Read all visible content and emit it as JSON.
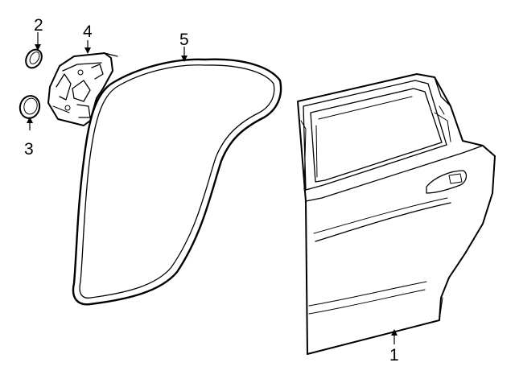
{
  "callouts": {
    "door_shell": "1",
    "plug": "2",
    "grommet": "3",
    "lock_module": "4",
    "weatherstrip": "5"
  }
}
